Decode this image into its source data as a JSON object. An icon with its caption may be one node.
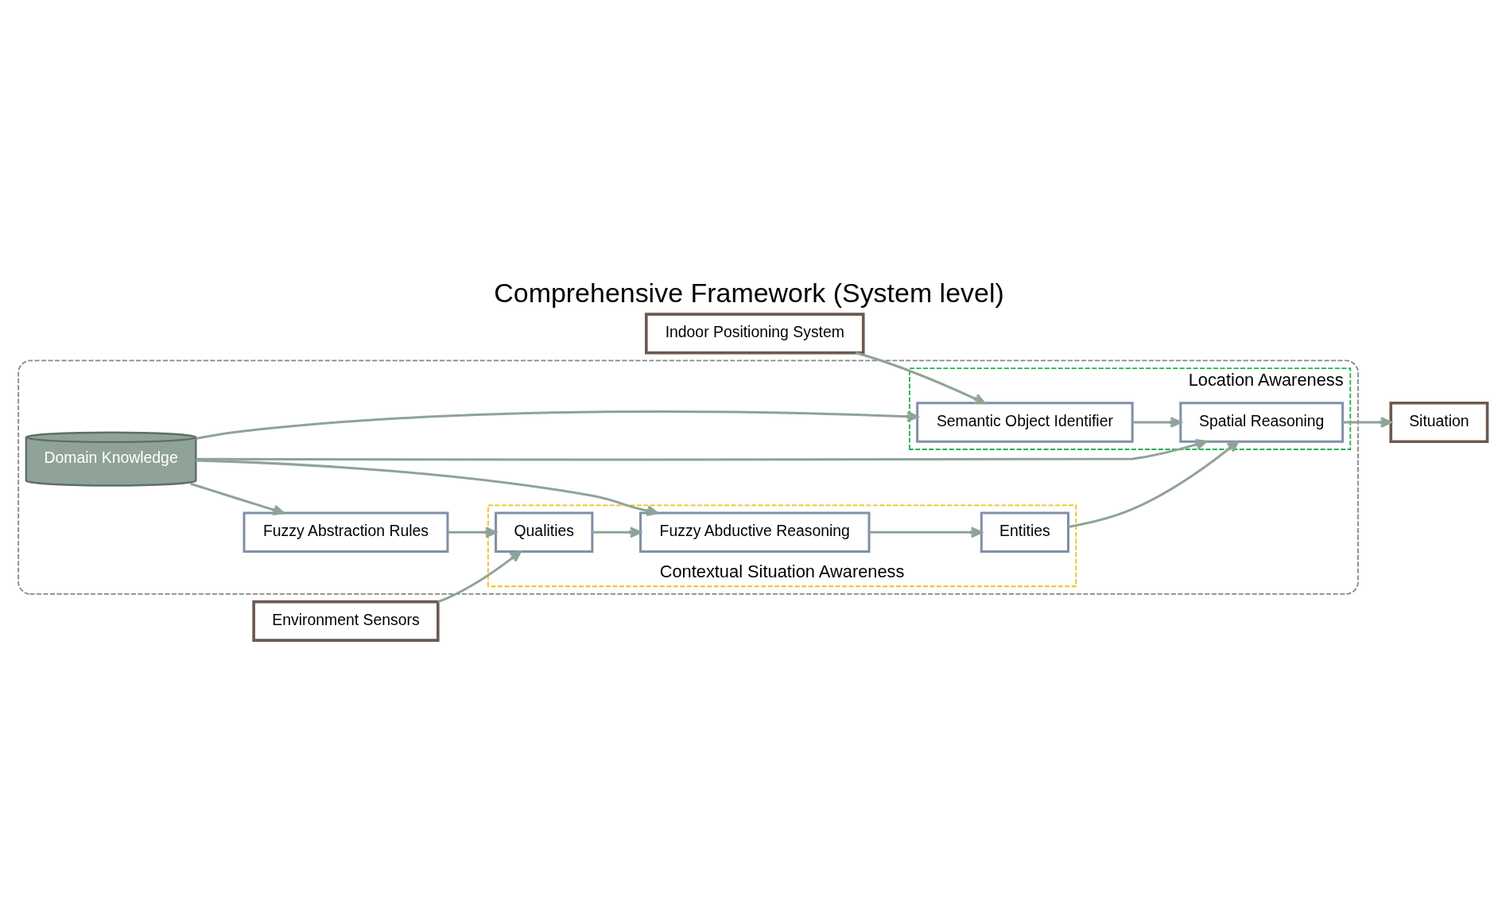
{
  "diagram": {
    "title": "Comprehensive Framework (System level)",
    "nodes": [
      {
        "text": [],
        "shape": "box"
      },
      {
        "text": [
          "Contextual Situation Awareness"
        ],
        "in": 0
      },
      {
        "text": [
          "Location Awareness"
        ],
        "in": 0
      },
      {
        "text": [
          "Indoor Positioning System"
        ]
      },
      {
        "text": [
          "Domain Knowledge"
        ],
        "in": 0
      },
      {
        "text": [
          "Fuzzy Abstraction Rules"
        ],
        "in": 0
      },
      {
        "text": [
          "Environment Sensors"
        ]
      },
      {
        "text": [
          "Qualities"
        ],
        "in": 1
      },
      {
        "text": [
          "Fuzzy Abductive Reasoning"
        ],
        "in": 1
      },
      {
        "text": [
          "Entities"
        ],
        "in": 1
      },
      {
        "text": [
          "Semantic Object Identifier"
        ],
        "in": 2
      },
      {
        "text": [
          "Spatial Reasoning"
        ],
        "in": 2
      },
      {
        "text": [
          "Situation"
        ]
      }
    ],
    "edges": [
      {
        "from": 3,
        "to": 10,
        "arrow": "to"
      },
      {
        "from": 4,
        "to": 10,
        "arrow": "to"
      },
      {
        "from": 4,
        "to": 5,
        "arrow": "to"
      },
      {
        "from": 4,
        "to": 8,
        "arrow": "to"
      },
      {
        "from": 4,
        "to": 11,
        "arrow": "to"
      },
      {
        "from": 5,
        "to": 7,
        "arrow": "to"
      },
      {
        "from": 6,
        "to": 7,
        "arrow": "to"
      },
      {
        "from": 7,
        "to": 8,
        "arrow": "to"
      },
      {
        "from": 8,
        "to": 9,
        "arrow": "to"
      },
      {
        "from": 9,
        "to": 11,
        "arrow": "to"
      },
      {
        "from": 10,
        "to": 11,
        "arrow": "to"
      },
      {
        "from": 11,
        "to": 12,
        "arrow": "to"
      }
    ]
  }
}
